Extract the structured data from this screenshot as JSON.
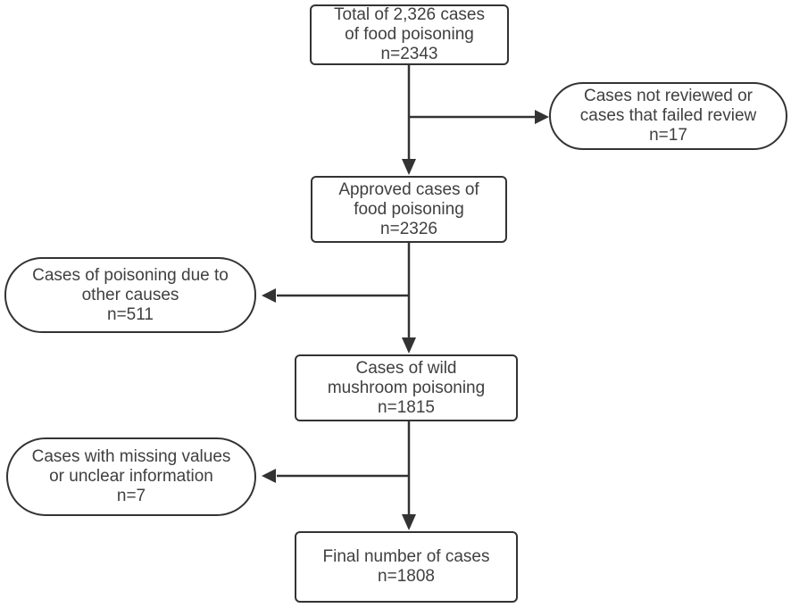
{
  "flowchart": {
    "background_color": "#ffffff",
    "line_color": "#333333",
    "text_color": "#404040",
    "nodes": {
      "total": {
        "shape": "rectangle",
        "lines": [
          "Total of 2,326 cases",
          "of food poisoning",
          "n=2343"
        ]
      },
      "not_reviewed": {
        "shape": "stadium",
        "lines": [
          "Cases not reviewed or",
          "cases that failed review",
          "n=17"
        ]
      },
      "approved": {
        "shape": "rectangle",
        "lines": [
          "Approved cases of",
          "food poisoning",
          "n=2326"
        ]
      },
      "other_causes": {
        "shape": "stadium",
        "lines": [
          "Cases of poisoning due to",
          "other causes",
          "n=511"
        ]
      },
      "wild_mushroom": {
        "shape": "rectangle",
        "lines": [
          "Cases of wild",
          "mushroom poisoning",
          "n=1815"
        ]
      },
      "missing_values": {
        "shape": "stadium",
        "lines": [
          "Cases with missing values",
          "or unclear information",
          "n=7"
        ]
      },
      "final": {
        "shape": "rectangle",
        "lines": [
          "Final number of cases",
          "n=1808"
        ]
      }
    },
    "edges": [
      {
        "from": "total",
        "to": "approved",
        "direction": "down"
      },
      {
        "from": "total-approved-spine",
        "to": "not_reviewed",
        "direction": "right"
      },
      {
        "from": "approved",
        "to": "wild_mushroom",
        "direction": "down"
      },
      {
        "from": "approved-wild_mushroom-spine",
        "to": "other_causes",
        "direction": "left"
      },
      {
        "from": "wild_mushroom",
        "to": "final",
        "direction": "down"
      },
      {
        "from": "wild_mushroom-final-spine",
        "to": "missing_values",
        "direction": "left"
      }
    ]
  }
}
